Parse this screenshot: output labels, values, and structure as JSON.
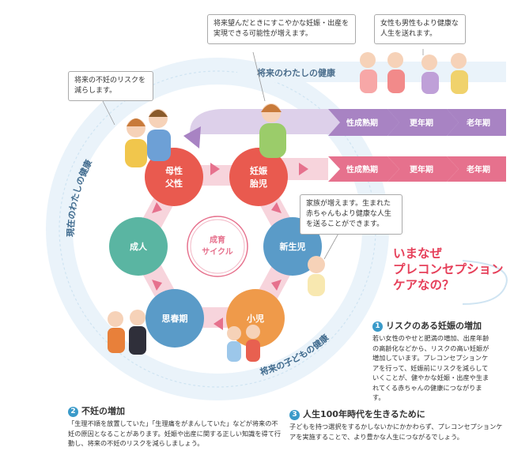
{
  "callouts": {
    "future_pregnancy": "将来望んだときにすこやかな妊娠・出産を実現できる可能性が増えます。",
    "both_sexes": "女性も男性もより健康な人生を送れます。",
    "infertility_risk": "将来の不妊のリスクを減らします。",
    "family": "家族が増えます。生まれた赤ちゃんもより健康な人生を送ることができます。"
  },
  "bands": {
    "future_me": "将来のわたしの健康",
    "present_me": "現在のわたしの健康",
    "future_children": "将来の子どもの健康"
  },
  "stages_upper": [
    "性成熟期",
    "更年期",
    "老年期"
  ],
  "stages_lower": [
    "性成熟期",
    "更年期",
    "老年期"
  ],
  "cycle": {
    "center": "成育\nサイクル",
    "nodes": {
      "parent": "母性\n父性",
      "pregnancy": "妊娠\n胎児",
      "newborn": "新生児",
      "child": "小児",
      "puberty": "思春期",
      "adult": "成人"
    }
  },
  "question": "いまなぜ\nプレコンセプション\nケアなの？",
  "sections": {
    "risk": {
      "num": "1",
      "title": "リスクのある妊娠の増加",
      "body": "若い女性のやせと肥満の増加、出産年齢の高齢化などから、リスクの高い妊娠が増加しています。プレコンセプションケアを行って、妊娠前にリスクを減らしていくことが、健やかな妊娠・出産や生まれてくる赤ちゃんの健康につながります。"
    },
    "infertility": {
      "num": "2",
      "title": "不妊の増加",
      "body": "「生理不順を放置していた」「生理痛をがまんしていた」などが将来の不妊の原因となることがあります。妊娠や出産に関する正しい知識を得て行動し、将来の不妊のリスクを減らしましょう。"
    },
    "century": {
      "num": "3",
      "title": "人生100年時代を生きるために",
      "body": "子どもを持つ選択をするかしないかにかかわらず、プレコンセプションケアを実施することで、より豊かな人生につながるでしょう。"
    }
  },
  "colors": {
    "ring": "#eaf3fa",
    "purple": "#a883c3",
    "purple_light": "#ddd0ea",
    "pink": "#e6718d",
    "pink_light": "#f7d4dc",
    "node_red": "#e95a4f",
    "node_teal": "#5ab5a2",
    "node_blue": "#5a9bc8",
    "node_orange": "#ef9a4a",
    "accent": "#e6405a"
  }
}
